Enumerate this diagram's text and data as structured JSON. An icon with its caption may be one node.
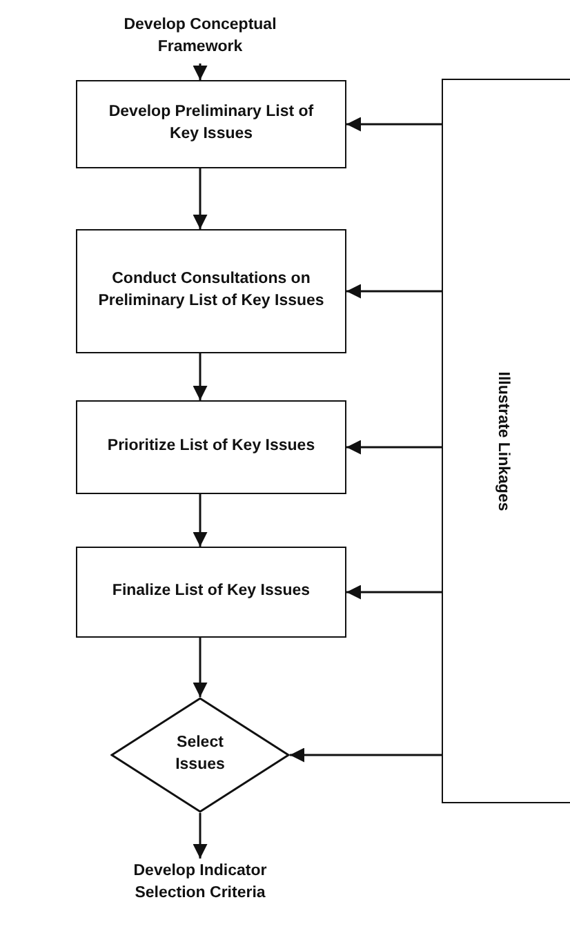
{
  "diagram": {
    "nodes": [
      {
        "text": [
          "Develop Conceptual Framework"
        ]
      },
      {
        "text": [
          "Develop Preliminary List of Key Issues"
        ]
      },
      {
        "text": [
          "Conduct Consultations on Preliminary List of Key Issues"
        ]
      },
      {
        "text": [
          "Prioritize List of Key Issues"
        ]
      },
      {
        "text": [
          "Finalize List of Key Issues"
        ]
      },
      {
        "text": [
          "Select Issues"
        ]
      },
      {
        "text": [
          "Develop Indicator Selection Criteria"
        ]
      },
      {
        "text": [
          "Illustrate Linkages"
        ]
      }
    ],
    "edges": [
      {
        "from": 0,
        "to": 1,
        "arrow": "to"
      },
      {
        "from": 1,
        "to": 2,
        "arrow": "to"
      },
      {
        "from": 2,
        "to": 3,
        "arrow": "to"
      },
      {
        "from": 3,
        "to": 4,
        "arrow": "to"
      },
      {
        "from": 4,
        "to": 5,
        "arrow": "to"
      },
      {
        "from": 5,
        "to": 6,
        "arrow": "to"
      },
      {
        "from": 7,
        "to": 1,
        "arrow": "to"
      },
      {
        "from": 7,
        "to": 2,
        "arrow": "to"
      },
      {
        "from": 7,
        "to": 3,
        "arrow": "to"
      },
      {
        "from": 7,
        "to": 4,
        "arrow": "to"
      },
      {
        "from": 7,
        "to": 5,
        "arrow": "to"
      }
    ]
  }
}
